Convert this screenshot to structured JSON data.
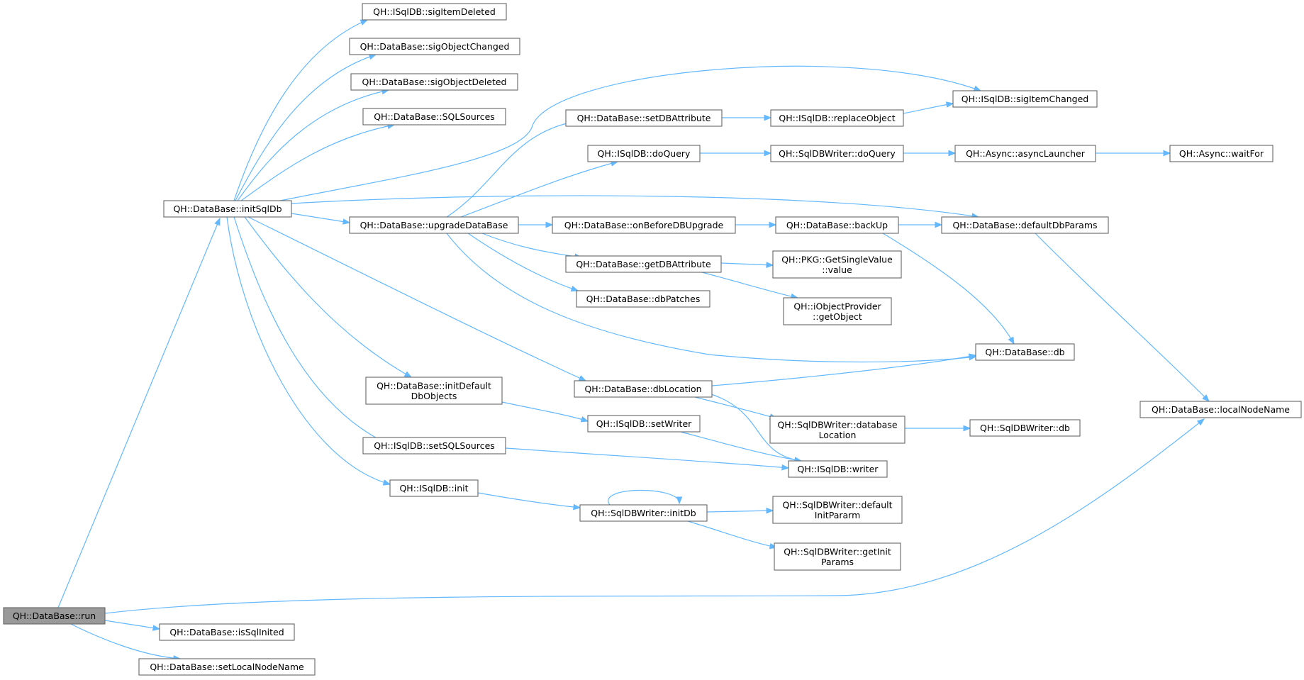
{
  "colors": {
    "edge": "#63b8ff",
    "node_border": "#666666",
    "root_fill": "#999999",
    "node_fill": "#ffffff"
  },
  "nodes": {
    "run": [
      "QH::DataBase::run"
    ],
    "isSqlInited": [
      "QH::DataBase::isSqlInited"
    ],
    "setLocalNodeName": [
      "QH::DataBase::setLocalNodeName"
    ],
    "initSqlDb": [
      "QH::DataBase::initSqlDb"
    ],
    "sigItemDeleted": [
      "QH::ISqlDB::sigItemDeleted"
    ],
    "sigObjectChanged": [
      "QH::DataBase::sigObjectChanged"
    ],
    "sigObjectDeleted": [
      "QH::DataBase::sigObjectDeleted"
    ],
    "SQLSources": [
      "QH::DataBase::SQLSources"
    ],
    "upgradeDataBase": [
      "QH::DataBase::upgradeDataBase"
    ],
    "initDefaultDbObjects": [
      "QH::DataBase::initDefault",
      "DbObjects"
    ],
    "setSQLSources": [
      "QH::ISqlDB::setSQLSources"
    ],
    "isqlInit": [
      "QH::ISqlDB::init"
    ],
    "setDBAttribute": [
      "QH::DataBase::setDBAttribute"
    ],
    "isqlDoQuery": [
      "QH::ISqlDB::doQuery"
    ],
    "onBeforeDBUpgrade": [
      "QH::DataBase::onBeforeDBUpgrade"
    ],
    "getDBAttribute": [
      "QH::DataBase::getDBAttribute"
    ],
    "dbPatches": [
      "QH::DataBase::dbPatches"
    ],
    "dbLocation": [
      "QH::DataBase::dbLocation"
    ],
    "isqlSetWriter": [
      "QH::ISqlDB::setWriter"
    ],
    "initDb": [
      "QH::SqlDBWriter::initDb"
    ],
    "replaceObject": [
      "QH::ISqlDB::replaceObject"
    ],
    "writerDoQuery": [
      "QH::SqlDBWriter::doQuery"
    ],
    "backUp": [
      "QH::DataBase::backUp"
    ],
    "getSingleValue": [
      "QH::PKG::GetSingleValue",
      "::value"
    ],
    "getObject": [
      "QH::iObjectProvider",
      "::getObject"
    ],
    "dbDb": [
      "QH::DataBase::db"
    ],
    "writerDatabaseLocation": [
      "QH::SqlDBWriter::database",
      "Location"
    ],
    "isqlWriter": [
      "QH::ISqlDB::writer"
    ],
    "defaultInitPararm": [
      "QH::SqlDBWriter::default",
      "InitPararm"
    ],
    "getInitParams": [
      "QH::SqlDBWriter::getInit",
      "Params"
    ],
    "sigItemChanged": [
      "QH::ISqlDB::sigItemChanged"
    ],
    "asyncLauncher": [
      "QH::Async::asyncLauncher"
    ],
    "defaultDbParams": [
      "QH::DataBase::defaultDbParams"
    ],
    "writerDb": [
      "QH::SqlDBWriter::db"
    ],
    "waitFor": [
      "QH::Async::waitFor"
    ],
    "localNodeName": [
      "QH::DataBase::localNodeName"
    ]
  }
}
